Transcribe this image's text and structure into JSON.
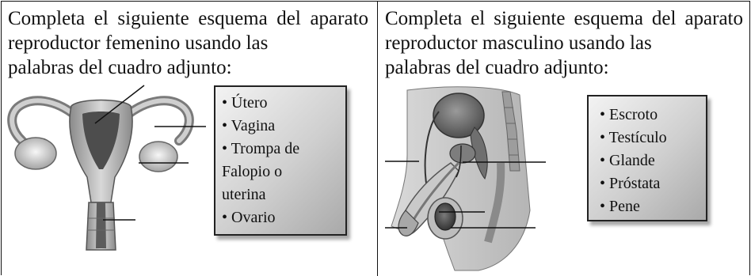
{
  "left_panel": {
    "instruction_line1": "Completa el siguiente esquema del",
    "instruction_line2": "aparato reproductor femenino usando las",
    "instruction_line3": "palabras del cuadro adjunto:",
    "word_box": {
      "items": [
        "• Útero",
        "• Vagina",
        "• Trompa de",
        "Falopio o",
        "uterina",
        "• Ovario"
      ]
    }
  },
  "right_panel": {
    "instruction_line1": "Completa el siguiente esquema del",
    "instruction_line2": "aparato reproductor masculino usando las",
    "instruction_line3": "palabras del cuadro adjunto:",
    "word_box": {
      "items": [
        "• Escroto",
        "• Testículo",
        "• Glande",
        "• Próstata",
        "• Pene"
      ]
    }
  }
}
